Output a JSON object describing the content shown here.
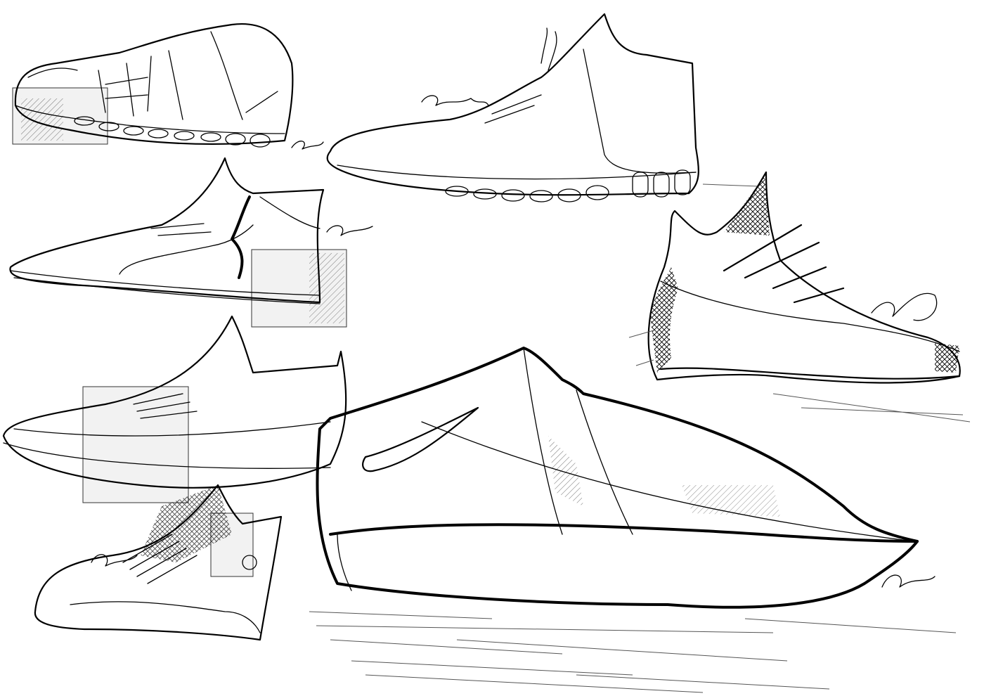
{
  "colors": {
    "paper": "#ffffff",
    "ink": "#000000",
    "shade_block": "#f2f2f2"
  },
  "signatures": [
    "signature",
    "signature",
    "signature",
    "signature",
    "signature",
    "signature"
  ]
}
